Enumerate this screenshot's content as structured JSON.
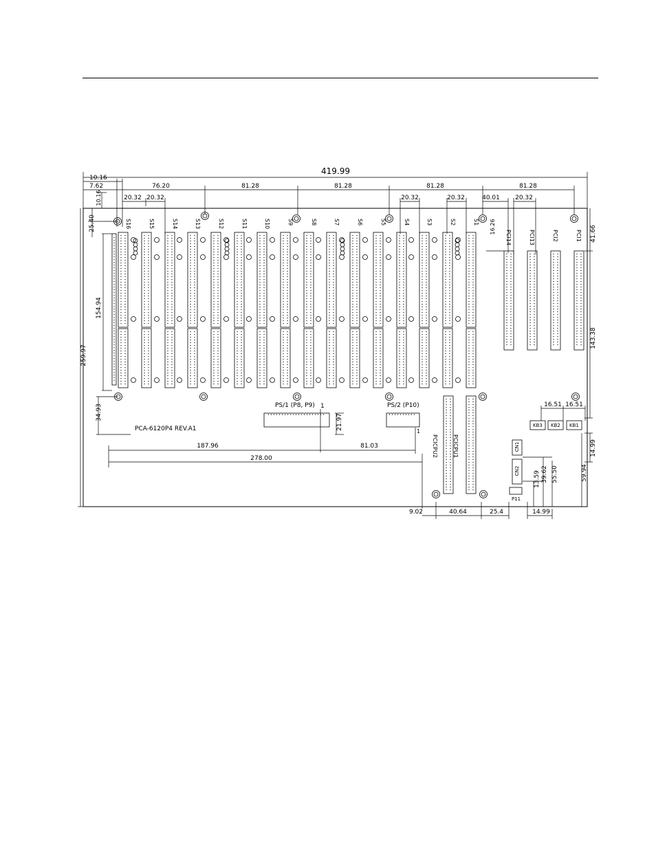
{
  "board": {
    "model": "PCA-6120P4  REV.A1"
  },
  "dims_top": {
    "overall": "419.99",
    "d1016a": "10.16",
    "d762": "7.62",
    "d1016b": "10.16",
    "d7620": "76.20",
    "d8128a": "81.28",
    "d8128b": "81.28",
    "d8128c": "81.28",
    "d8128d": "81.28",
    "d2032a": "20.32",
    "d2032b": "20.32",
    "d2032c": "20.32",
    "d2032d": "20.32",
    "d2032e": "20.32",
    "d4001": "40.01",
    "d1626": "16.26",
    "d4166": "41.66"
  },
  "dims_left": {
    "d2540": "25.40",
    "d15494": "154.94",
    "d25997": "259.97",
    "d3493": "34.93"
  },
  "dims_right": {
    "d14338": "143.38",
    "d1499a": "14.99",
    "d5994": "59.94",
    "d5550": "55.50",
    "d3962": "39.62",
    "d1359": "13.59",
    "d1651a": "16.51",
    "d1651b": "16.51"
  },
  "dims_bottom": {
    "d18796": "187.96",
    "d8103": "81.03",
    "d27800": "278.00",
    "d2197": "21.97",
    "d902": "9.02",
    "d4064": "40.64",
    "d254": "25.4",
    "d1499b": "14.99"
  },
  "slots": [
    "S16",
    "S15",
    "S14",
    "S13",
    "S12",
    "S11",
    "S10",
    "S9",
    "S8",
    "S7",
    "S6",
    "S5",
    "S4",
    "S3",
    "S2",
    "S1"
  ],
  "pci_slots": [
    "PCI14",
    "PCI13",
    "PCI2",
    "PCI1"
  ],
  "cpu_slots": [
    "PCICPU2",
    "PCICPU1"
  ],
  "connectors": {
    "ps1": "PS/1  (P8, P9)",
    "ps2": "PS/2  (P10)",
    "pin1a": "1",
    "pin1b": "1",
    "kb3": "KB3",
    "kb2": "KB2",
    "kb1": "KB1",
    "cn1": "CN1",
    "cn2": "CN2",
    "p11": "P11"
  }
}
